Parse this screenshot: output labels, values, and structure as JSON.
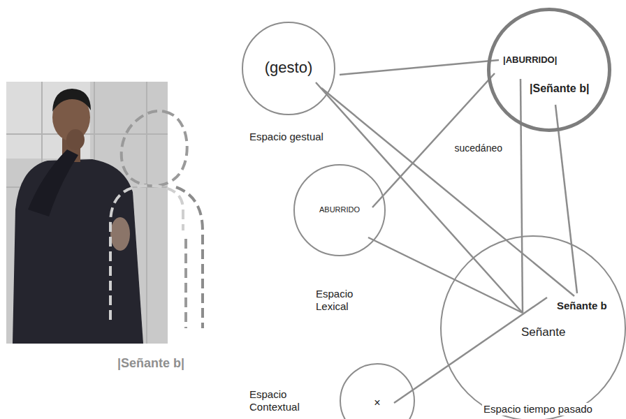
{
  "diagram": {
    "nodes": [
      {
        "text": [
          "(gesto)",
          "Espacio gestual"
        ]
      },
      {
        "text": [
          "|ABURRIDO|",
          "|Señante b|"
        ]
      },
      {
        "text": [
          "ABURRIDO",
          "Espacio Lexical"
        ]
      },
      {
        "text": [
          "Señante b",
          "Señante",
          "Espacio tiempo pasado"
        ]
      },
      {
        "text": [
          "×",
          "Espacio Contextual"
        ]
      }
    ],
    "edges": [
      {
        "from": 0,
        "to": 1,
        "arrow": "none"
      },
      {
        "from": 0,
        "to": 3,
        "arrow": "none"
      },
      {
        "from": 0,
        "to": 3,
        "arrow": "none"
      },
      {
        "from": 2,
        "to": 1,
        "label": "sucedáneo",
        "arrow": "none"
      },
      {
        "from": 1,
        "to": 3,
        "arrow": "none"
      },
      {
        "from": 1,
        "to": 3,
        "arrow": "none"
      },
      {
        "from": 2,
        "to": 3,
        "arrow": "none"
      },
      {
        "from": 4,
        "to": 3,
        "arrow": "none"
      }
    ],
    "labels": [
      "|Señante b|"
    ]
  }
}
